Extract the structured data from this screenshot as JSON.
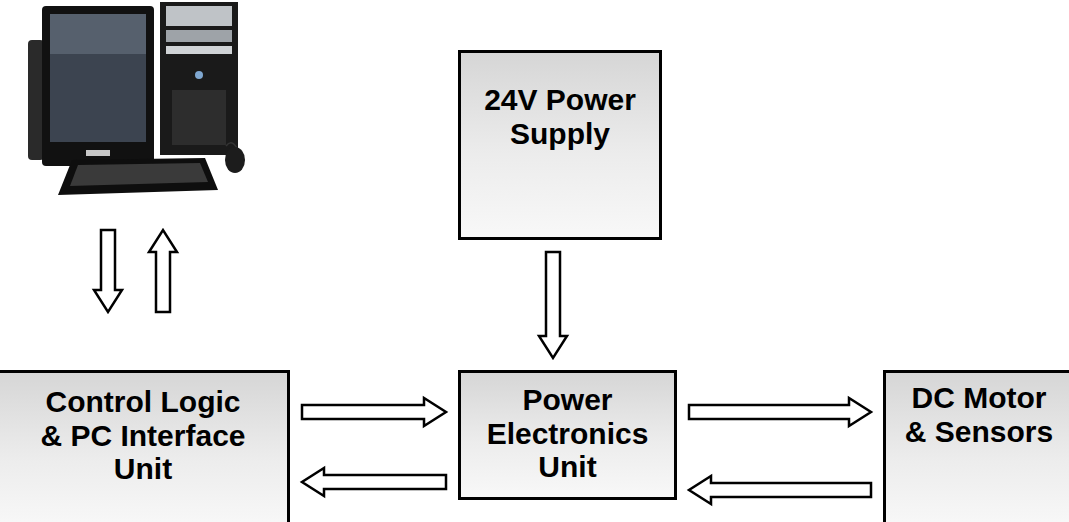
{
  "diagram": {
    "nodes": [
      {
        "text": [
          "24V Power Supply"
        ]
      },
      {
        "text": [
          "Control Logic & PC Interface Unit"
        ]
      },
      {
        "text": [
          "Power Electronics Unit"
        ]
      },
      {
        "text": [
          "DC Motor & Sensors"
        ]
      }
    ],
    "edges": [
      {
        "from": 0,
        "to": 2,
        "arrow": "to"
      },
      {
        "from": 1,
        "to": 2,
        "arrow": "to"
      },
      {
        "from": 2,
        "to": 1,
        "arrow": "to"
      },
      {
        "from": 2,
        "to": 3,
        "arrow": "to"
      },
      {
        "from": 3,
        "to": 2,
        "arrow": "to"
      }
    ]
  }
}
